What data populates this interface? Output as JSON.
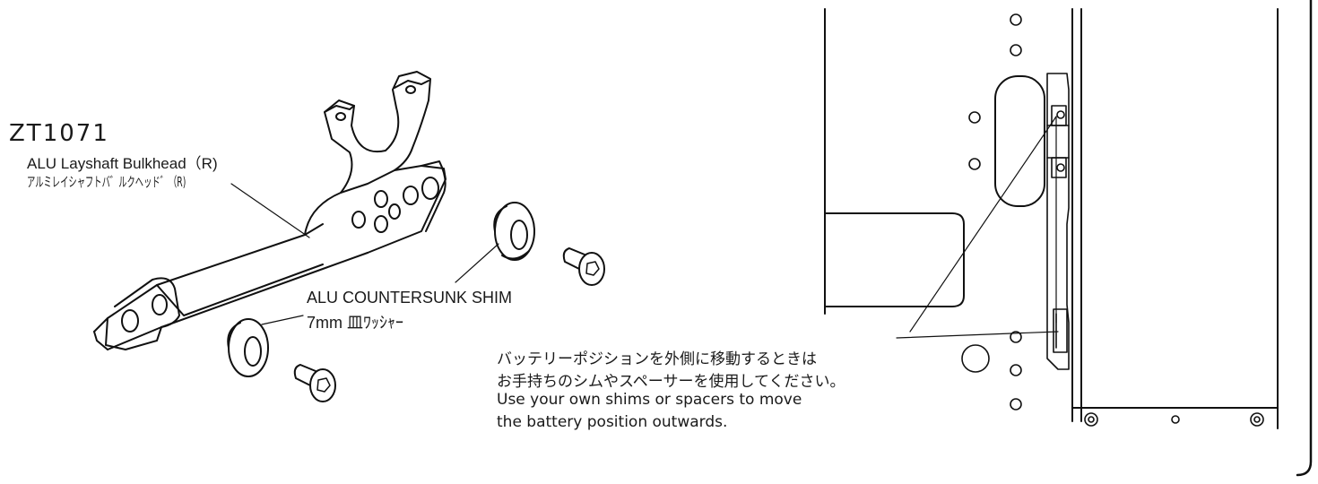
{
  "part": {
    "code": "ZT1071",
    "name_en": "ALU Layshaft Bulkhead（R)",
    "name_jp": "アルミレイシャフトバ゛ルクヘッド゛（R)"
  },
  "shim": {
    "name_en": "ALU COUNTERSUNK SHIM",
    "name_jp": "7mm 皿ﾜｯｼｬｰ"
  },
  "note": {
    "line1": "バッテリーポジションを外側に移動するときは",
    "line2": "お手持ちのシムやスペーサーを使用してください。",
    "line3": "Use your own shims or spacers to move",
    "line4": "the battery position outwards."
  }
}
